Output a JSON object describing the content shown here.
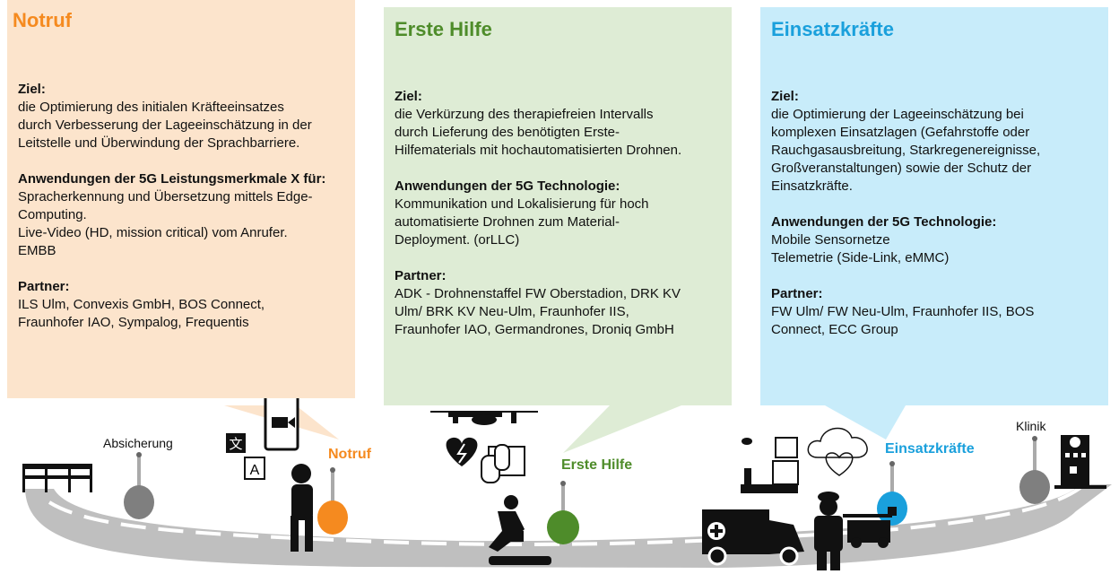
{
  "boxes": [
    {
      "title": "Notruf",
      "color": "#f58a1f",
      "sections": [
        {
          "heading": "Ziel:",
          "lines": [
            "die Optimierung des initialen Kräfteeinsatzes",
            "durch Verbesserung der Lageeinschätzung in der",
            "Leitstelle und Überwindung der Sprachbarriere."
          ]
        },
        {
          "heading": "Anwendungen der 5G Leistungsmerkmale X für:",
          "lines": [
            "Spracherkennung und Übersetzung mittels Edge-",
            "Computing.",
            "Live-Video (HD, mission critical) vom Anrufer.",
            "EMBB"
          ]
        },
        {
          "heading": "Partner:",
          "lines": [
            "ILS Ulm, Convexis GmbH, BOS Connect,",
            "Fraunhofer IAO, Sympalog, Frequentis"
          ]
        }
      ]
    },
    {
      "title": "Erste Hilfe",
      "color": "#4e8c2a",
      "sections": [
        {
          "heading": "Ziel:",
          "lines": [
            "die Verkürzung des therapiefreien Intervalls",
            "durch Lieferung des benötigten Erste-",
            "Hilfematerials mit hochautomatisierten Drohnen."
          ]
        },
        {
          "heading": "Anwendungen der 5G Technologie:",
          "lines": [
            "Kommunikation und Lokalisierung für hoch",
            "automatisierte Drohnen zum Material-",
            "Deployment. (orLLC)"
          ]
        },
        {
          "heading": "Partner:",
          "lines": [
            "ADK - Drohnenstaffel FW Oberstadion, DRK KV",
            "Ulm/ BRK KV Neu-Ulm, Fraunhofer IIS,",
            "Fraunhofer IAO, Germandrones, Droniq GmbH"
          ]
        }
      ]
    },
    {
      "title": "Einsatzkräfte",
      "color": "#1aa0dc",
      "sections": [
        {
          "heading": "Ziel:",
          "lines": [
            "die Optimierung der Lageeinschätzung bei",
            "komplexen Einsatzlagen (Gefahrstoffe oder",
            "Rauchgasausbreitung, Starkregenereignisse,",
            "Großveranstaltungen) sowie der Schutz der",
            "Einsatzkräfte."
          ]
        },
        {
          "heading": "Anwendungen der 5G Technologie:",
          "lines": [
            "Mobile Sensornetze",
            "Telemetrie (Side-Link, eMMC)"
          ]
        },
        {
          "heading": "Partner:",
          "lines": [
            "FW Ulm/ FW Neu-Ulm, Fraunhofer IIS, BOS",
            "Connect, ECC Group"
          ]
        }
      ]
    }
  ],
  "road": {
    "absicherung": "Absicherung",
    "notruf": "Notruf",
    "erste_hilfe": "Erste Hilfe",
    "einsatzkraefte": "Einsatzkräfte",
    "klinik": "Klinik"
  },
  "icons": {
    "translate_a": "A",
    "translate_zh": "文"
  }
}
